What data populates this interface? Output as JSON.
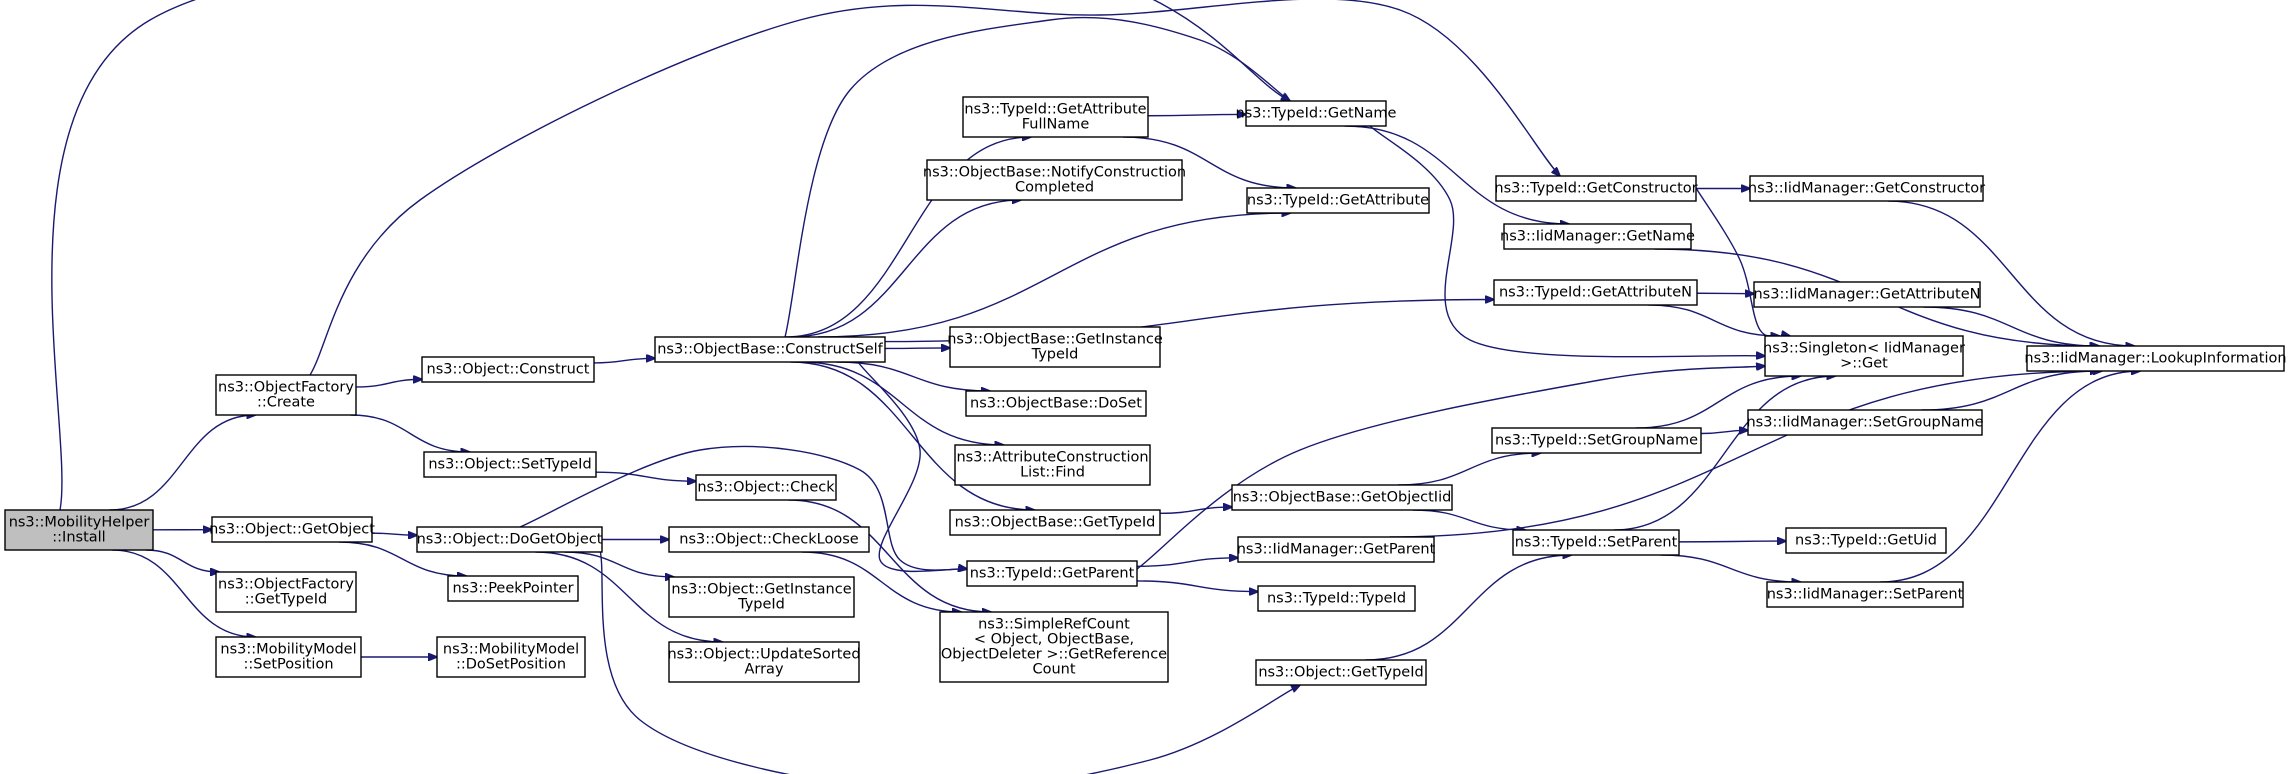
{
  "graph": {
    "edge_color": "#191970",
    "root_fill": "#bfbfbf",
    "nodes": [
      {
        "id": "install",
        "lines": [
          "ns3::MobilityHelper",
          "::Install"
        ],
        "root": true
      },
      {
        "id": "of_create",
        "lines": [
          "ns3::ObjectFactory",
          "::Create"
        ]
      },
      {
        "id": "obj_getobject",
        "lines": [
          "ns3::Object::GetObject"
        ]
      },
      {
        "id": "of_gettypeid",
        "lines": [
          "ns3::ObjectFactory",
          "::GetTypeId"
        ]
      },
      {
        "id": "mm_setposition",
        "lines": [
          "ns3::MobilityModel",
          "::SetPosition"
        ]
      },
      {
        "id": "obj_construct",
        "lines": [
          "ns3::Object::Construct"
        ]
      },
      {
        "id": "obj_settypeid",
        "lines": [
          "ns3::Object::SetTypeId"
        ]
      },
      {
        "id": "obj_dogetobject",
        "lines": [
          "ns3::Object::DoGetObject"
        ]
      },
      {
        "id": "peekpointer",
        "lines": [
          "ns3::PeekPointer"
        ]
      },
      {
        "id": "mm_dosetposition",
        "lines": [
          "ns3::MobilityModel",
          "::DoSetPosition"
        ]
      },
      {
        "id": "ob_constructself",
        "lines": [
          "ns3::ObjectBase::ConstructSelf"
        ]
      },
      {
        "id": "obj_check",
        "lines": [
          "ns3::Object::Check"
        ]
      },
      {
        "id": "obj_checkloose",
        "lines": [
          "ns3::Object::CheckLoose"
        ]
      },
      {
        "id": "obj_getinstancetypeid",
        "lines": [
          "ns3::Object::GetInstance",
          "TypeId"
        ]
      },
      {
        "id": "obj_updatesorted",
        "lines": [
          "ns3::Object::UpdateSorted",
          "Array"
        ]
      },
      {
        "id": "tid_getattrfullname",
        "lines": [
          "ns3::TypeId::GetAttribute",
          "FullName"
        ]
      },
      {
        "id": "ob_notifyconstruction",
        "lines": [
          "ns3::ObjectBase::NotifyConstruction",
          "Completed"
        ]
      },
      {
        "id": "ob_getinstancetypeid",
        "lines": [
          "ns3::ObjectBase::GetInstance",
          "TypeId"
        ]
      },
      {
        "id": "ob_doset",
        "lines": [
          "ns3::ObjectBase::DoSet"
        ]
      },
      {
        "id": "attrconstruction_find",
        "lines": [
          "ns3::AttributeConstruction",
          "List::Find"
        ]
      },
      {
        "id": "ob_gettypeid",
        "lines": [
          "ns3::ObjectBase::GetTypeId"
        ]
      },
      {
        "id": "tid_getparent",
        "lines": [
          "ns3::TypeId::GetParent"
        ]
      },
      {
        "id": "simplerefcount",
        "lines": [
          "ns3::SimpleRefCount",
          "< Object, ObjectBase,",
          "ObjectDeleter >::GetReference",
          "Count"
        ]
      },
      {
        "id": "tid_getname",
        "lines": [
          "ns3::TypeId::GetName"
        ]
      },
      {
        "id": "tid_getattribute",
        "lines": [
          "ns3::TypeId::GetAttribute"
        ]
      },
      {
        "id": "ob_getobjectiid",
        "lines": [
          "ns3::ObjectBase::GetObjectIid"
        ]
      },
      {
        "id": "iid_getparent",
        "lines": [
          "ns3::IidManager::GetParent"
        ]
      },
      {
        "id": "tid_typeid",
        "lines": [
          "ns3::TypeId::TypeId"
        ]
      },
      {
        "id": "obj_gettypeid",
        "lines": [
          "ns3::Object::GetTypeId"
        ]
      },
      {
        "id": "tid_getconstructor",
        "lines": [
          "ns3::TypeId::GetConstructor"
        ]
      },
      {
        "id": "iid_getname",
        "lines": [
          "ns3::IidManager::GetName"
        ]
      },
      {
        "id": "tid_getattributen",
        "lines": [
          "ns3::TypeId::GetAttributeN"
        ]
      },
      {
        "id": "tid_setgroupname",
        "lines": [
          "ns3::TypeId::SetGroupName"
        ]
      },
      {
        "id": "tid_setparent",
        "lines": [
          "ns3::TypeId::SetParent"
        ]
      },
      {
        "id": "iid_getconstructor",
        "lines": [
          "ns3::IidManager::GetConstructor"
        ]
      },
      {
        "id": "iid_getattributen",
        "lines": [
          "ns3::IidManager::GetAttributeN"
        ]
      },
      {
        "id": "singleton_get",
        "lines": [
          "ns3::Singleton< IidManager",
          ">::Get"
        ]
      },
      {
        "id": "iid_setgroupname",
        "lines": [
          "ns3::IidManager::SetGroupName"
        ]
      },
      {
        "id": "tid_getuid",
        "lines": [
          "ns3::TypeId::GetUid"
        ]
      },
      {
        "id": "iid_setparent",
        "lines": [
          "ns3::IidManager::SetParent"
        ]
      },
      {
        "id": "iid_lookupinformation",
        "lines": [
          "ns3::IidManager::LookupInformation"
        ]
      }
    ],
    "edges": [
      [
        "install",
        "of_create"
      ],
      [
        "install",
        "obj_getobject"
      ],
      [
        "install",
        "of_gettypeid"
      ],
      [
        "install",
        "mm_setposition"
      ],
      [
        "install",
        "tid_getname"
      ],
      [
        "of_create",
        "obj_construct"
      ],
      [
        "of_create",
        "obj_settypeid"
      ],
      [
        "of_create",
        "tid_getconstructor"
      ],
      [
        "obj_getobject",
        "obj_dogetobject"
      ],
      [
        "obj_getobject",
        "peekpointer"
      ],
      [
        "mm_setposition",
        "mm_dosetposition"
      ],
      [
        "obj_construct",
        "ob_constructself"
      ],
      [
        "obj_settypeid",
        "obj_check"
      ],
      [
        "obj_dogetobject",
        "obj_checkloose"
      ],
      [
        "obj_dogetobject",
        "obj_getinstancetypeid"
      ],
      [
        "obj_dogetobject",
        "obj_updatesorted"
      ],
      [
        "obj_dogetobject",
        "tid_getparent"
      ],
      [
        "obj_dogetobject",
        "obj_gettypeid"
      ],
      [
        "obj_check",
        "simplerefcount"
      ],
      [
        "obj_checkloose",
        "simplerefcount"
      ],
      [
        "ob_constructself",
        "tid_getattrfullname"
      ],
      [
        "ob_constructself",
        "ob_notifyconstruction"
      ],
      [
        "ob_constructself",
        "ob_getinstancetypeid"
      ],
      [
        "ob_constructself",
        "ob_doset"
      ],
      [
        "ob_constructself",
        "attrconstruction_find"
      ],
      [
        "ob_constructself",
        "ob_gettypeid"
      ],
      [
        "ob_constructself",
        "tid_getparent"
      ],
      [
        "ob_constructself",
        "tid_getname"
      ],
      [
        "ob_constructself",
        "tid_getattribute"
      ],
      [
        "ob_constructself",
        "tid_getattributen"
      ],
      [
        "tid_getattrfullname",
        "tid_getname"
      ],
      [
        "tid_getattrfullname",
        "tid_getattribute"
      ],
      [
        "ob_gettypeid",
        "ob_getobjectiid"
      ],
      [
        "tid_getparent",
        "iid_getparent"
      ],
      [
        "tid_getparent",
        "tid_typeid"
      ],
      [
        "tid_getparent",
        "singleton_get"
      ],
      [
        "tid_getname",
        "iid_getname"
      ],
      [
        "tid_getname",
        "singleton_get"
      ],
      [
        "ob_getobjectiid",
        "tid_setgroupname"
      ],
      [
        "ob_getobjectiid",
        "tid_setparent"
      ],
      [
        "iid_getparent",
        "iid_lookupinformation"
      ],
      [
        "obj_gettypeid",
        "tid_setparent"
      ],
      [
        "tid_getconstructor",
        "iid_getconstructor"
      ],
      [
        "tid_getconstructor",
        "singleton_get"
      ],
      [
        "iid_getname",
        "iid_lookupinformation"
      ],
      [
        "tid_getattributen",
        "iid_getattributen"
      ],
      [
        "tid_getattributen",
        "singleton_get"
      ],
      [
        "tid_setgroupname",
        "iid_setgroupname"
      ],
      [
        "tid_setgroupname",
        "singleton_get"
      ],
      [
        "tid_setparent",
        "tid_getuid"
      ],
      [
        "tid_setparent",
        "iid_setparent"
      ],
      [
        "tid_setparent",
        "singleton_get"
      ],
      [
        "iid_getconstructor",
        "iid_lookupinformation"
      ],
      [
        "iid_getattributen",
        "iid_lookupinformation"
      ],
      [
        "iid_setgroupname",
        "iid_lookupinformation"
      ],
      [
        "iid_setparent",
        "iid_lookupinformation"
      ]
    ]
  }
}
